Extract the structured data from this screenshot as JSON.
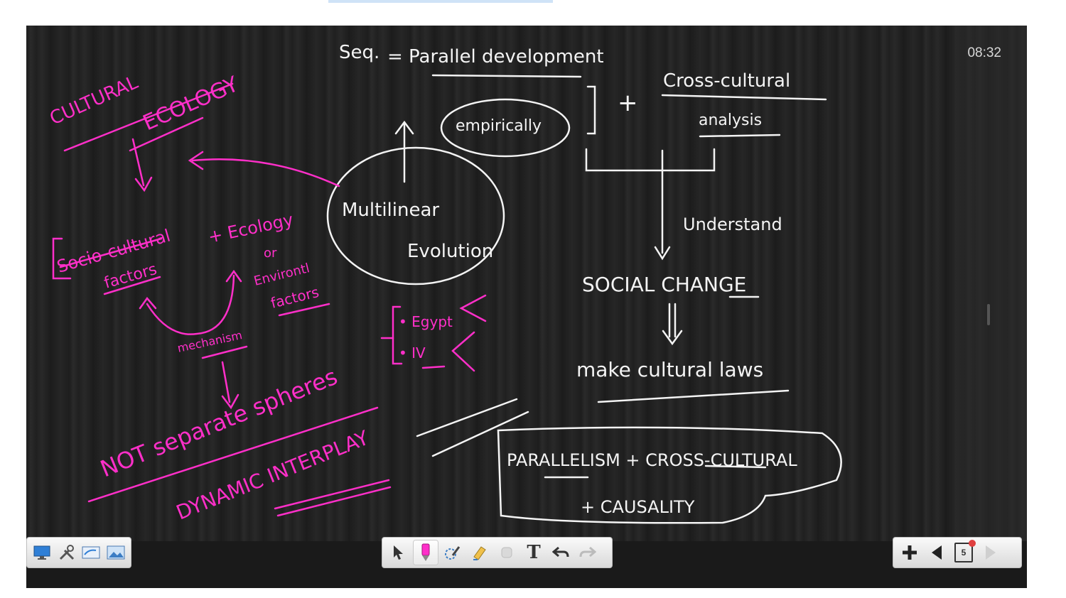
{
  "clock": "08:32",
  "colors": {
    "chalk": "#f4f4f4",
    "pink": "#ff2fc9",
    "board": "#232323"
  },
  "board": {
    "pink_notes": {
      "cultural": "CULTURAL",
      "ecology": "ECOLOGY",
      "socio_cultural": "Socio-cultural",
      "factors": "factors",
      "plus_ecology": "+ Ecology",
      "or": "or",
      "environmental": "Environtl",
      "factors2": "factors",
      "mechanism": "mechanism",
      "not_separate": "NOT separate spheres",
      "dynamic_interplay": "DYNAMIC INTERPLAY",
      "egypt": "• Egypt",
      "iv": "• IV"
    },
    "white_notes": {
      "seq": "Seq.",
      "parallel_development": "= Parallel development",
      "empirically": "empirically",
      "plus1": "+",
      "cross_cultural": "Cross-cultural",
      "analysis": "analysis",
      "multilinear": "Multilinear",
      "evolution": "Evolution",
      "understand": "Understand",
      "social_change": "SOCIAL CHANGE",
      "make_cultural_laws": "make cultural laws",
      "box_line1": "PARALLELISM + CROSS-CULTURAL",
      "box_line2": "+ CAUSALITY"
    }
  },
  "toolbar": {
    "left_tools": [
      "desktop-icon",
      "tools-icon",
      "whiteboard-icon",
      "image-icon"
    ],
    "mid_tools": [
      "select-arrow-icon",
      "pen-icon",
      "smart-pen-icon",
      "highlighter-icon",
      "eraser-icon",
      "text-icon",
      "undo-icon",
      "redo-icon"
    ],
    "right_tools": [
      "add-page-icon",
      "prev-page-icon",
      "page-icon",
      "next-page-icon"
    ],
    "page_number": "5",
    "text_tool_label": "T"
  }
}
